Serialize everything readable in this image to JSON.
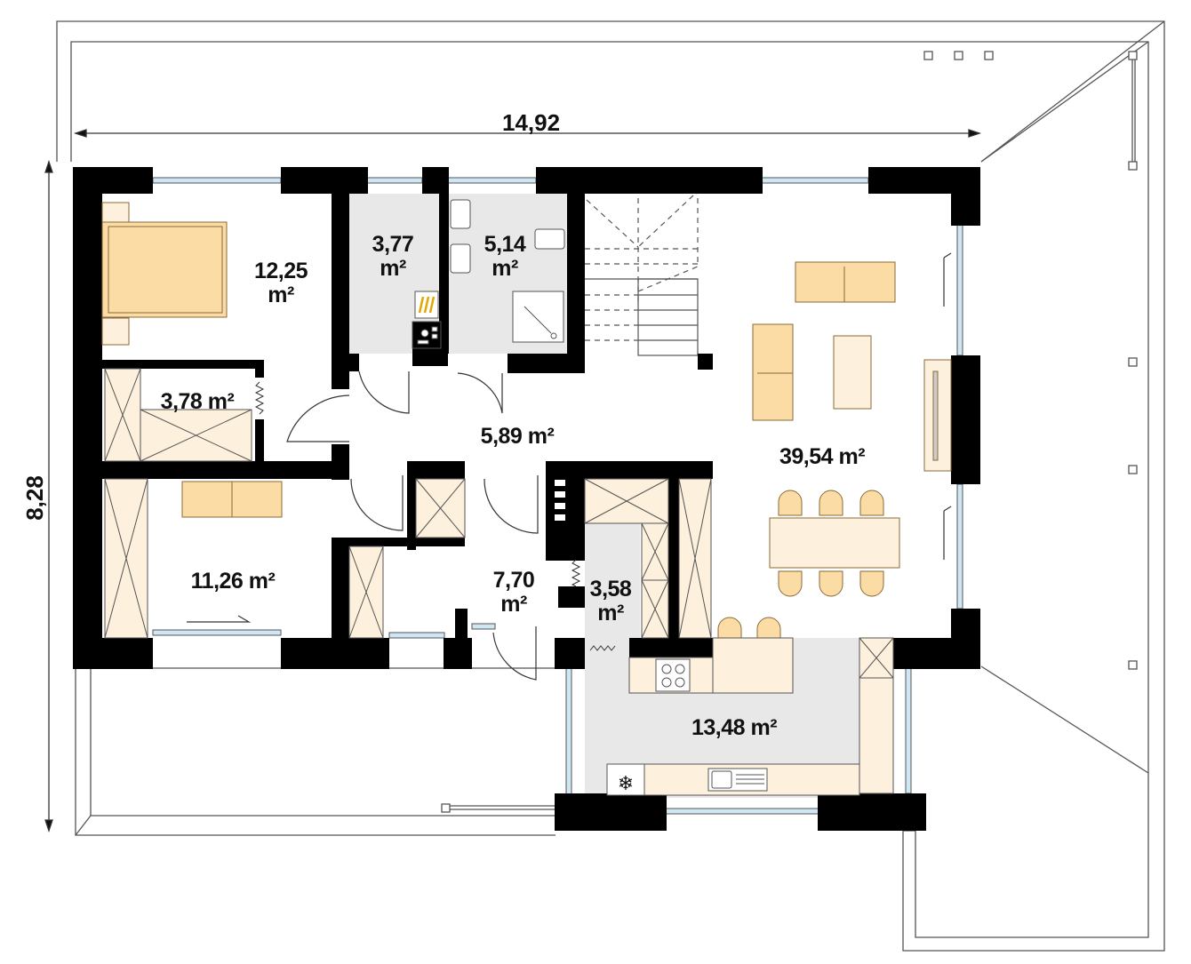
{
  "plan": {
    "type": "floor-plan",
    "colors": {
      "wall": "#000000",
      "grey_room": "#e8e8e8",
      "furniture": "#fbdca5",
      "furniture_light": "#fdf0dc",
      "window_glass": "#cfe6f5",
      "outline": "#555555"
    },
    "dimensions": {
      "width": "14,92",
      "height": "8,28"
    },
    "rooms": [
      {
        "id": "bedroom",
        "area": "12,25",
        "unit": "m²"
      },
      {
        "id": "boiler-room",
        "area": "3,77",
        "unit": "m²"
      },
      {
        "id": "bathroom",
        "area": "5,14",
        "unit": "m²"
      },
      {
        "id": "wardrobe",
        "area": "3,78 m²"
      },
      {
        "id": "hall",
        "area": "5,89 m²"
      },
      {
        "id": "living-dining",
        "area": "39,54 m²"
      },
      {
        "id": "room-2",
        "area": "11,26 m²"
      },
      {
        "id": "entrance",
        "area": "7,70",
        "unit": "m²"
      },
      {
        "id": "pantry",
        "area": "3,58",
        "unit": "m²"
      },
      {
        "id": "kitchen",
        "area": "13,48 m²"
      }
    ]
  }
}
